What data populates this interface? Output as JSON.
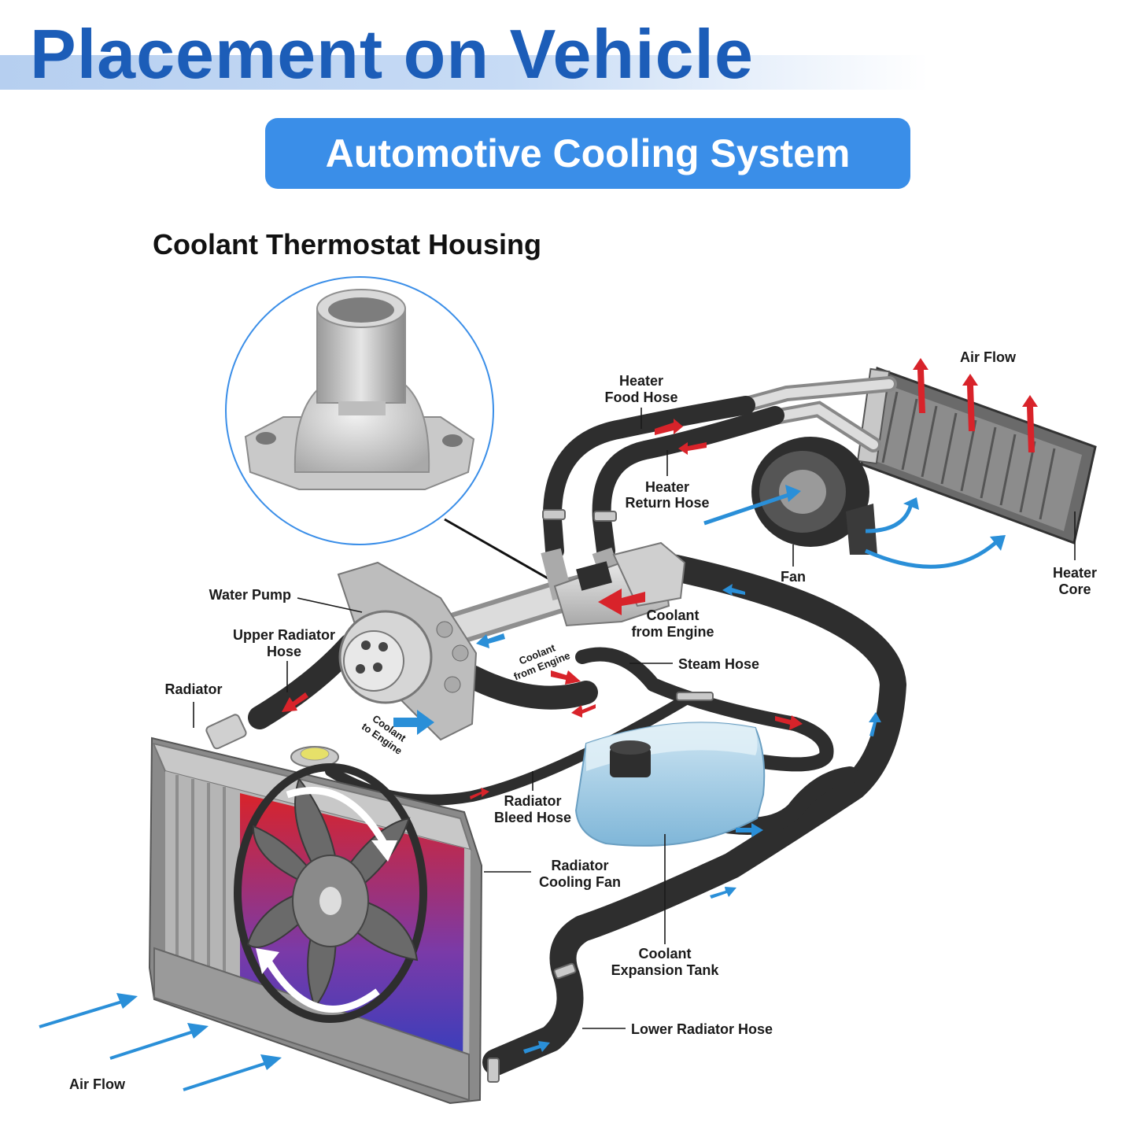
{
  "header": {
    "title": "Placement on Vehicle",
    "subtitle": "Automotive Cooling System",
    "part_name": "Coolant Thermostat Housing"
  },
  "labels": {
    "air_flow_top": "Air Flow",
    "heater_food_hose_1": "Heater",
    "heater_food_hose_2": "Food Hose",
    "heater_return_hose_1": "Heater",
    "heater_return_hose_2": "Return Hose",
    "fan": "Fan",
    "heater_core_1": "Heater",
    "heater_core_2": "Core",
    "water_pump": "Water Pump",
    "upper_radiator_hose_1": "Upper Radiator",
    "upper_radiator_hose_2": "Hose",
    "coolant_from_engine_1": "Coolant",
    "coolant_from_engine_2": "from Engine",
    "coolant_from_engine_small_1": "Coolant",
    "coolant_from_engine_small_2": "from Engine",
    "steam_hose": "Steam Hose",
    "radiator": "Radiator",
    "coolant_to_engine_1": "Coolant",
    "coolant_to_engine_2": "to Engine",
    "radiator_bleed_hose_1": "Radiator",
    "radiator_bleed_hose_2": "Bleed Hose",
    "radiator_cooling_fan_1": "Radiator",
    "radiator_cooling_fan_2": "Cooling Fan",
    "coolant_expansion_tank_1": "Coolant",
    "coolant_expansion_tank_2": "Expansion Tank",
    "lower_radiator_hose": "Lower Radiator Hose",
    "air_flow_bottom": "Air Flow"
  },
  "colors": {
    "brand_blue": "#1c5db8",
    "pill_blue": "#3a8ee8",
    "hot_red": "#d8232a",
    "cold_blue": "#2a8fd8",
    "hose_black": "#2e2e2e"
  }
}
